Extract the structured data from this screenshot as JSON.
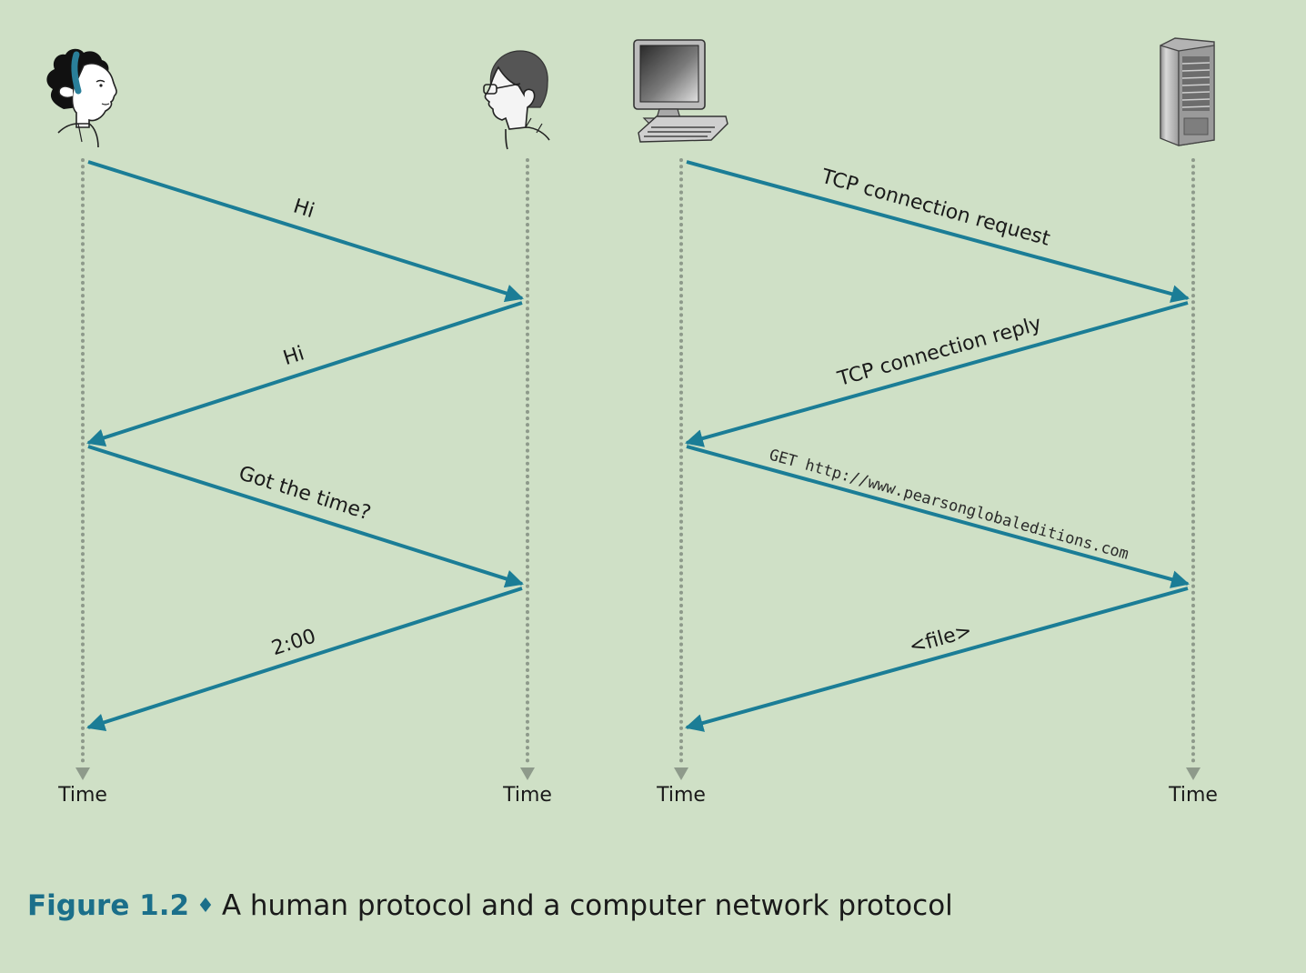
{
  "diagram": {
    "actors": [
      {
        "id": "woman",
        "icon": "woman-person-icon"
      },
      {
        "id": "man",
        "icon": "man-with-glasses-icon"
      },
      {
        "id": "computer",
        "icon": "desktop-computer-icon"
      },
      {
        "id": "server",
        "icon": "server-tower-icon"
      }
    ],
    "time_labels": [
      "Time",
      "Time",
      "Time",
      "Time"
    ],
    "human_messages": [
      {
        "from": "woman",
        "to": "man",
        "label": "Hi"
      },
      {
        "from": "man",
        "to": "woman",
        "label": "Hi"
      },
      {
        "from": "woman",
        "to": "man",
        "label": "Got the time?"
      },
      {
        "from": "man",
        "to": "woman",
        "label": "2:00"
      }
    ],
    "computer_messages": [
      {
        "from": "computer",
        "to": "server",
        "label": "TCP connection request"
      },
      {
        "from": "server",
        "to": "computer",
        "label": "TCP connection reply"
      },
      {
        "from": "computer",
        "to": "server",
        "label": "GET http://www.pearsonglobaleditions.com"
      },
      {
        "from": "server",
        "to": "computer",
        "label": "<file>"
      }
    ],
    "colors": {
      "background": "#cfe0c6",
      "arrow": "#1b7d96",
      "timeline": "#8e9a8b",
      "accent": "#1b6f8a"
    }
  },
  "caption": {
    "figure_number": "Figure 1.2",
    "separator": "♦",
    "text": "A human protocol and a computer network protocol"
  }
}
